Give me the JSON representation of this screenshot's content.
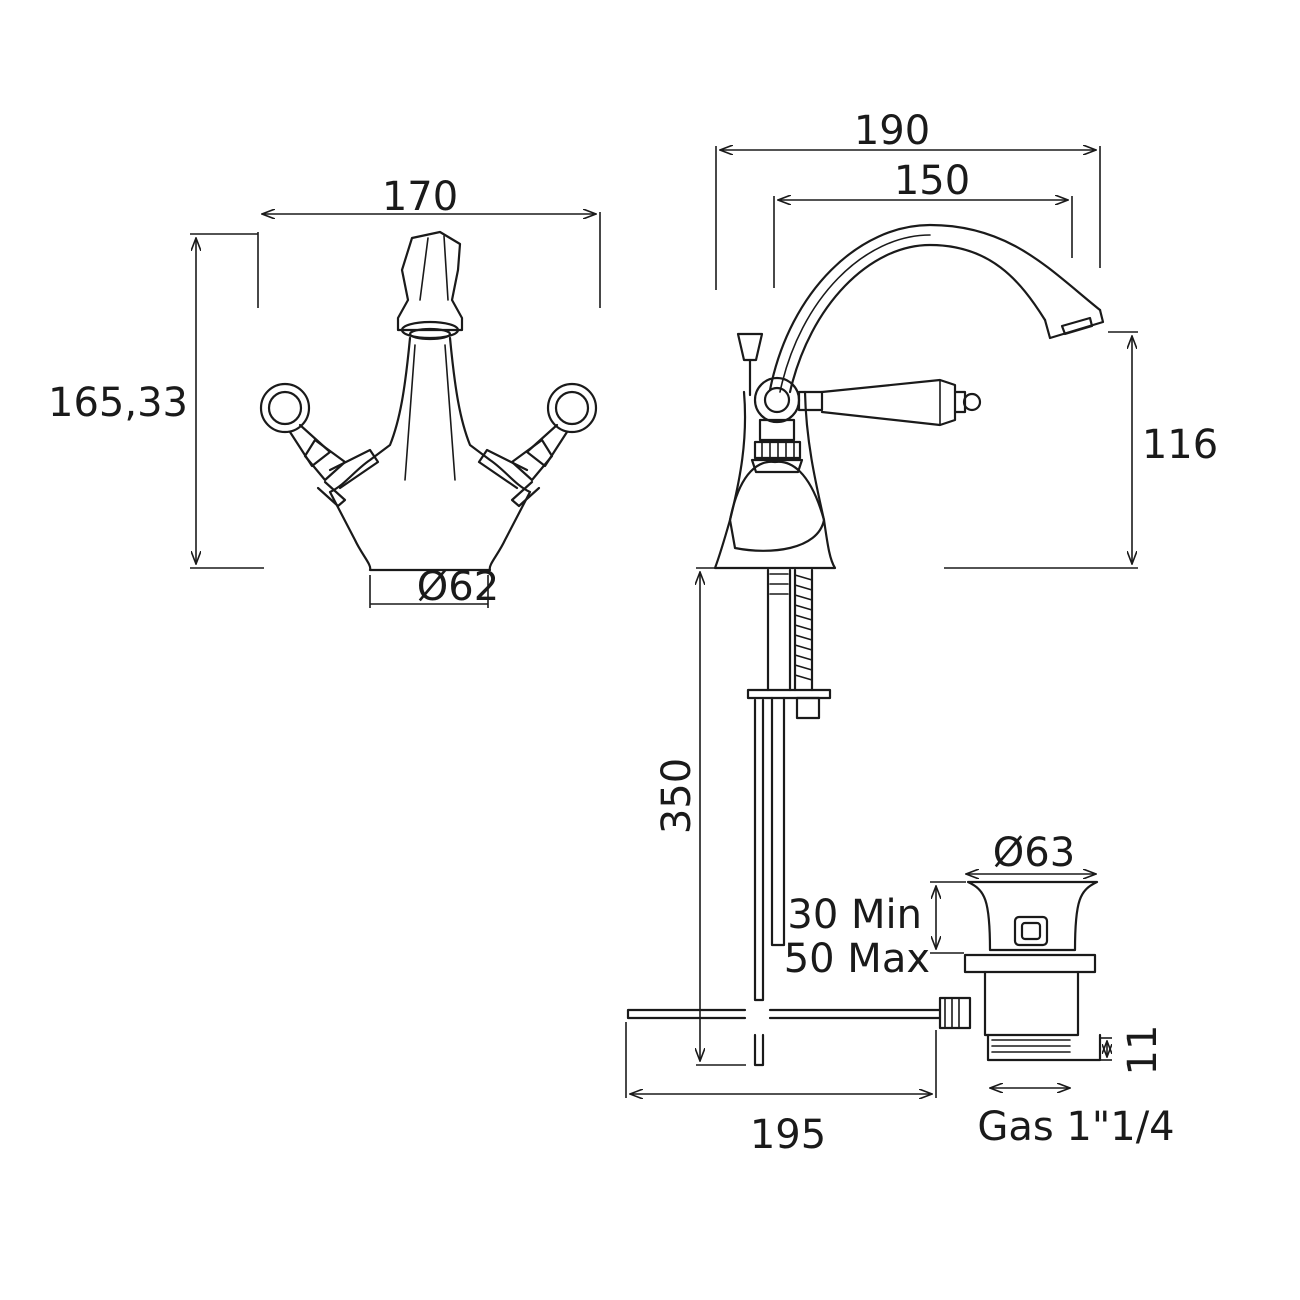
{
  "front_view": {
    "width_label": "170",
    "height_label": "165,33",
    "base_diameter_label": "Ø62"
  },
  "side_view": {
    "overall_reach_label": "190",
    "spout_reach_label": "150",
    "spout_height_label": "116",
    "rod_length_label": "350",
    "rod_offset_label": "195"
  },
  "waste": {
    "diameter_label": "Ø63",
    "thickness_min_label": "30 Min",
    "thickness_max_label": "50 Max",
    "thread_length_label": "11",
    "thread_size_label": "Gas 1\"1/4"
  }
}
